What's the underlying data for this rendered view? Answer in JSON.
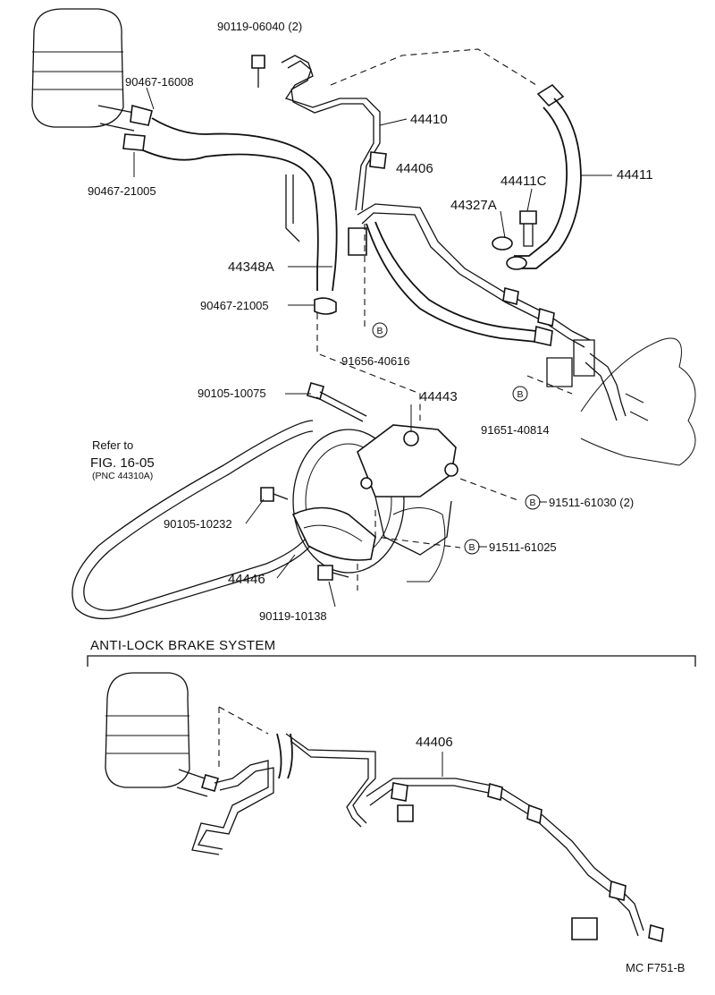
{
  "labels": {
    "p90119_06040": "90119-06040 (2)",
    "p90467_16008": "90467-16008",
    "p90467_21005_a": "90467-21005",
    "p44410": "44410",
    "p44406": "44406",
    "p44411": "44411",
    "p44411C": "44411C",
    "p44327A": "44327A",
    "p44348A": "44348A",
    "p90467_21005_b": "90467-21005",
    "p91656_40616": "91656-40616",
    "p90105_10075": "90105-10075",
    "p44443": "44443",
    "p91651_40814": "91651-40814",
    "refer_to": "Refer to",
    "fig": "FIG. 16-05",
    "pnc": "(PNC 44310A)",
    "p91511_61030": "91511-61030 (2)",
    "p90105_10232": "90105-10232",
    "p91511_61025": "91511-61025",
    "p44446": "44446",
    "p90119_10138": "90119-10138",
    "abs_title": "ANTI-LOCK BRAKE SYSTEM",
    "p44406_abs": "44406",
    "footer_code": "MC  F751-B"
  },
  "markers": {
    "b": "B"
  }
}
